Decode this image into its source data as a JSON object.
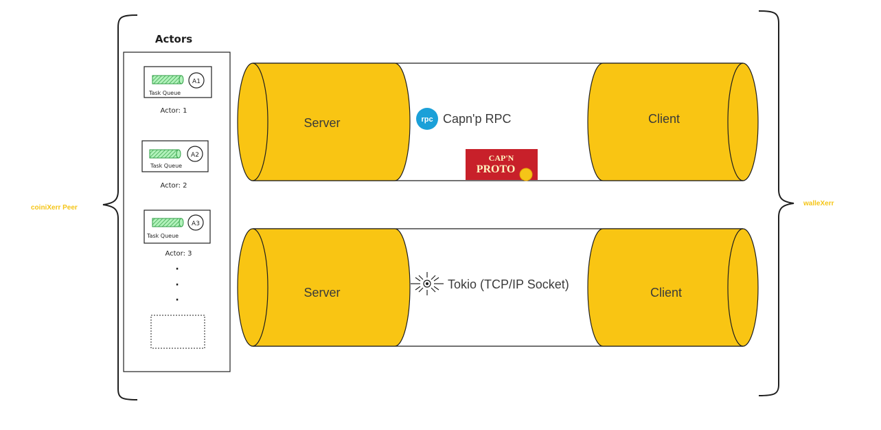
{
  "left_group": {
    "label": "coiniXerr Peer"
  },
  "right_group": {
    "label": "walleXerr"
  },
  "actors": {
    "title": "Actors",
    "items": [
      {
        "badge": "A1",
        "queue_label": "Task Queue",
        "caption": "Actor: 1"
      },
      {
        "badge": "A2",
        "queue_label": "Task Queue",
        "caption": "Actor: 2"
      },
      {
        "badge": "A3",
        "queue_label": "Task Queue",
        "caption": "Actor: 3"
      }
    ],
    "ellipsis": [
      "·",
      "·",
      "·"
    ]
  },
  "pipes": [
    {
      "server_label": "Server",
      "client_label": "Client",
      "channel_label": "Capn'p RPC",
      "channel_icon_text": "rpc",
      "logo": {
        "line1": "CAP'N",
        "line2": "PROTO"
      }
    },
    {
      "server_label": "Server",
      "client_label": "Client",
      "channel_label": "Tokio (TCP/IP Socket)"
    }
  ],
  "colors": {
    "cylinder": "#f9c513",
    "cylinder_stroke": "#1e1e1e",
    "group_label": "#f5c518",
    "queue_green": "#2f9e44",
    "rpc_blue": "#1ba0d8",
    "capnp_red": "#c8202a"
  }
}
